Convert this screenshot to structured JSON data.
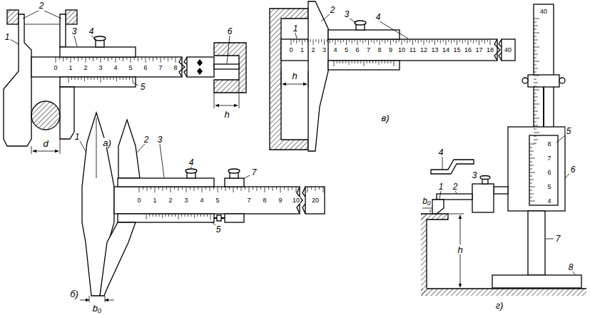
{
  "diagram": {
    "labels": [
      "1",
      "2",
      "3",
      "4",
      "5",
      "6",
      "d",
      "h",
      "а)",
      "0",
      "1",
      "2",
      "3",
      "4",
      "5",
      "6",
      "7",
      "8",
      "1",
      "2",
      "3",
      "4",
      "5",
      "7",
      "b₀",
      "б)",
      "0",
      "1",
      "2",
      "3",
      "4",
      "5",
      "7",
      "8",
      "9",
      "10",
      "20",
      "1",
      "2",
      "3",
      "4",
      "h",
      "в)",
      "0",
      "1",
      "2",
      "3",
      "4",
      "5",
      "6",
      "7",
      "8",
      "9",
      "10",
      "11",
      "12",
      "13",
      "14",
      "15",
      "16",
      "17",
      "18",
      "40",
      "1",
      "2",
      "3",
      "4",
      "5",
      "6",
      "7",
      "8",
      "b₀",
      "h",
      "г)",
      "40",
      "8",
      "7",
      "6",
      "5",
      "4"
    ]
  }
}
